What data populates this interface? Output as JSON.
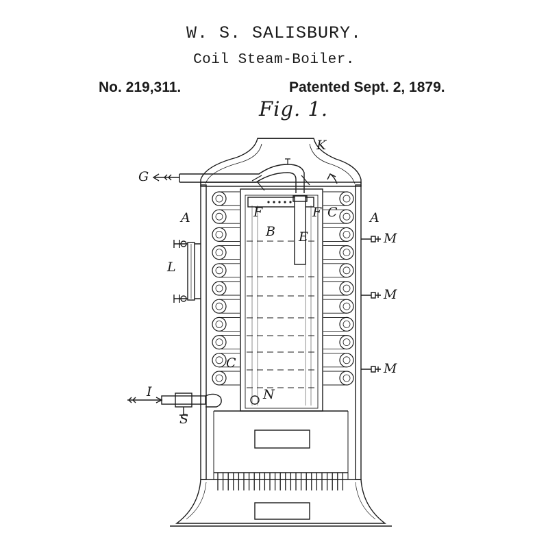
{
  "header": {
    "inventor": "W. S. SALISBURY.",
    "subject": "Coil Steam-Boiler.",
    "patent_number": "No. 219,311.",
    "patent_date": "Patented Sept. 2, 1879."
  },
  "figure": {
    "caption": "Fig. 1.",
    "labels": {
      "K": "K",
      "G": "G",
      "A_left": "A",
      "A_right": "A",
      "F_left": "F",
      "F_right": "F",
      "C_top": "C",
      "B": "B",
      "E": "E",
      "M1": "M",
      "M2": "M",
      "M3": "M",
      "L": "L",
      "C_bottom": "C",
      "N": "N",
      "I": "I",
      "S": "S"
    }
  },
  "colors": {
    "ink": "#1a1a1a",
    "paper": "#ffffff"
  }
}
